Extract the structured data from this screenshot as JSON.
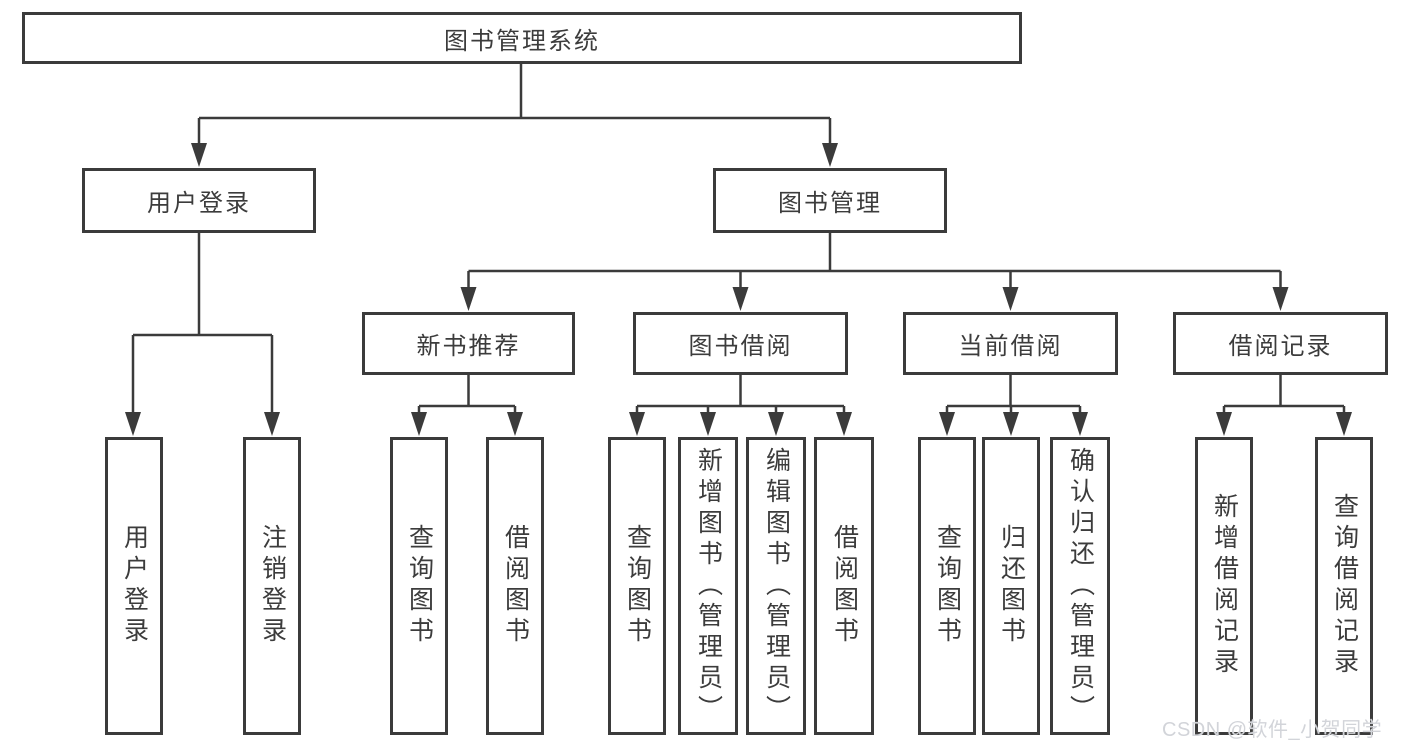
{
  "watermark": "CSDN @软件_小贺同学",
  "colors": {
    "line": "#3b3b3b",
    "text": "#3c3c3c",
    "watermark": "#d2d4d9"
  },
  "tree": {
    "root": "图书管理系统",
    "children": [
      {
        "label": "用户登录",
        "children": [
          "用户登录",
          "注销登录"
        ]
      },
      {
        "label": "图书管理",
        "children": [
          {
            "label": "新书推荐",
            "children": [
              "查询图书",
              "借阅图书"
            ]
          },
          {
            "label": "图书借阅",
            "children": [
              "查询图书",
              "新增图书（管理员）",
              "编辑图书（管理员）",
              "借阅图书"
            ]
          },
          {
            "label": "当前借阅",
            "children": [
              "查询图书",
              "归还图书",
              "确认归还（管理员）"
            ]
          },
          {
            "label": "借阅记录",
            "children": [
              "新增借阅记录",
              "查询借阅记录"
            ]
          }
        ]
      }
    ]
  }
}
